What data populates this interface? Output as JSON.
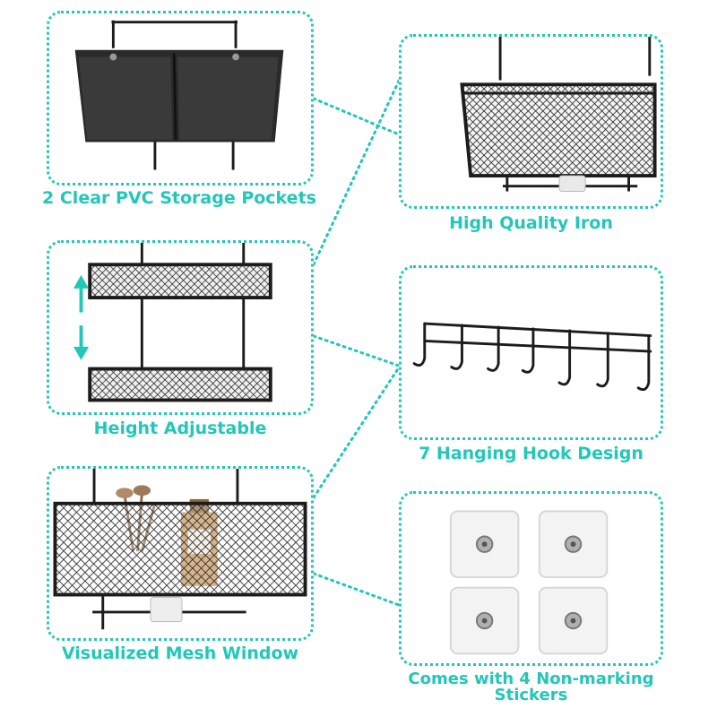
{
  "features": [
    {
      "caption": "2 Clear PVC Storage Pockets"
    },
    {
      "caption": "High Quality Iron"
    },
    {
      "caption": "Height Adjustable"
    },
    {
      "caption": "7 Hanging Hook Design"
    },
    {
      "caption": "Visualized Mesh Window"
    },
    {
      "caption": "Comes with 4 Non-marking Stickers"
    }
  ],
  "colors": {
    "accent": "#22c7b8",
    "metal": "#1c1c1c",
    "fabric": "#2a2a2a"
  },
  "icons": [
    "pvc-pocket-organizer-image",
    "iron-mesh-basket-image",
    "height-adjust-arrows-icon",
    "hook-rail-image",
    "mesh-basket-cosmetics-image",
    "adhesive-hook-sticker-icon"
  ]
}
